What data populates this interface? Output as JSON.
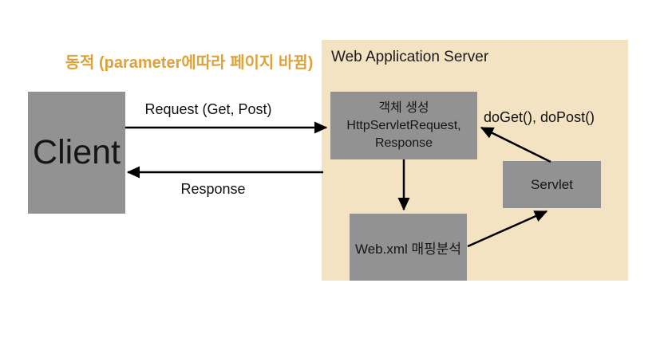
{
  "caption": {
    "text": "동적 (parameter에따라 페이지 바뀜)"
  },
  "panel": {
    "title": "Web Application Server"
  },
  "client": {
    "label": "Client"
  },
  "labels": {
    "request": "Request (Get, Post)",
    "response": "Response",
    "doget": "doGet(), doPost()"
  },
  "boxes": {
    "object_creation": {
      "line1": "객체 생성",
      "line2": "HttpServletRequest,",
      "line3": "Response"
    },
    "servlet": {
      "label": "Servlet"
    },
    "webxml": {
      "label": "Web.xml 매핑분석"
    }
  },
  "colors": {
    "panel_bg": "#F3E3C3",
    "box_gray": "#929292",
    "caption_orange": "#DCA23C",
    "arrow": "#000000"
  }
}
